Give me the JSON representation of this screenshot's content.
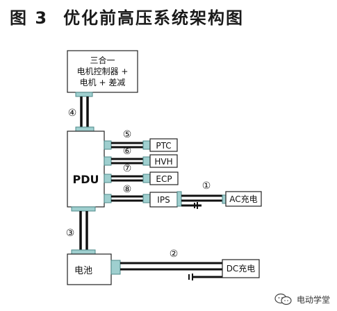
{
  "title": {
    "figure_no": "图 3",
    "text": "优化前高压系统架构图"
  },
  "boxes": {
    "motor": [
      "三合一",
      "电机控制器 +",
      "电机 + 差减"
    ],
    "pdu": "PDU",
    "ptc": "PTC",
    "hvh": "HVH",
    "ecp": "ECP",
    "ips": "IPS",
    "ac": "AC充电",
    "battery": "电池",
    "dc": "DC充电"
  },
  "labels": {
    "n1": "①",
    "n2": "②",
    "n3": "③",
    "n4": "④",
    "n5": "⑤",
    "n6": "⑥",
    "n7": "⑦",
    "n8": "⑧"
  },
  "watermark": "电动学堂",
  "icons": {
    "watermark": "wechat-icon"
  },
  "colors": {
    "connector": "#9fcfcf",
    "connector_stroke": "#4d8a8a",
    "line": "#111111",
    "box_stroke": "#222222"
  }
}
